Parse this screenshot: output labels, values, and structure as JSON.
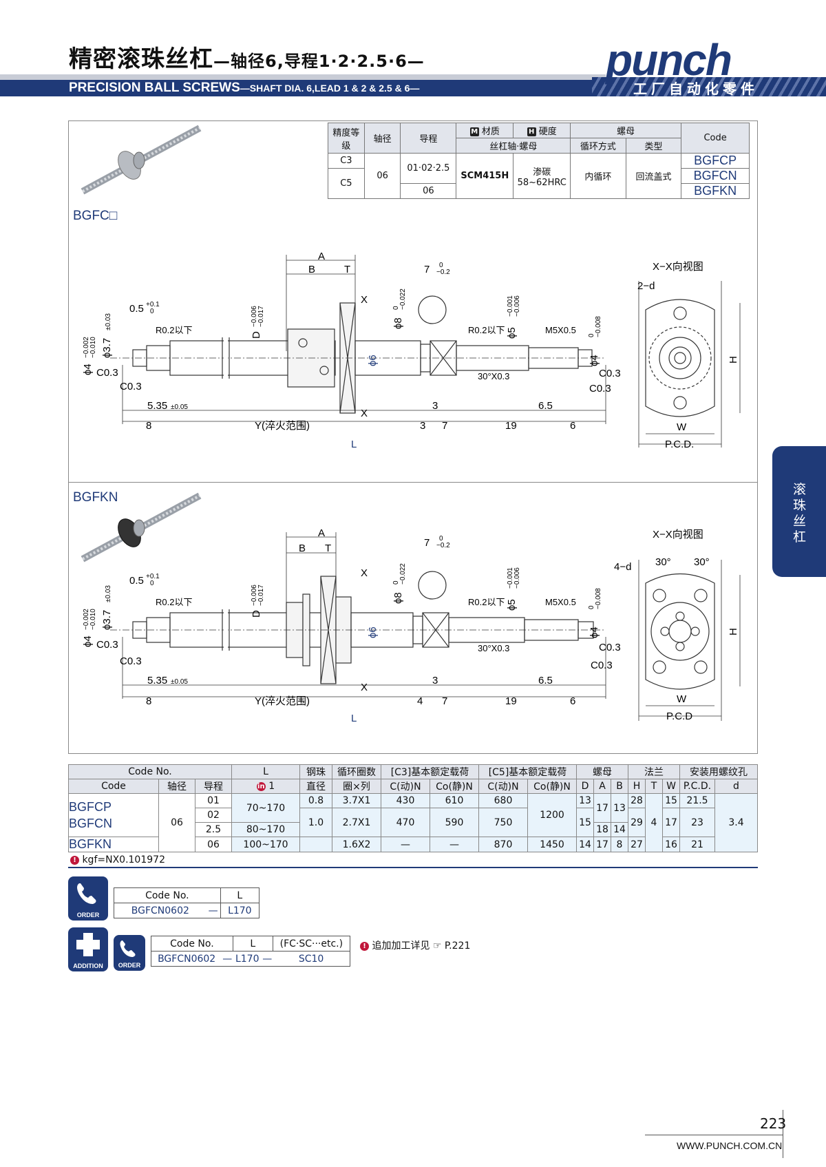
{
  "header": {
    "title_cn_main": "精密滚珠丝杠",
    "title_cn_sub": "—轴径6,导程1·2·2.5·6—",
    "title_en_main": "PRECISION BALL SCREWS",
    "title_en_sub": "—SHAFT DIA. 6,LEAD 1 & 2 & 2.5 & 6—",
    "brand": "punch",
    "brand_sub": "工厂自动化零件"
  },
  "side_tab": {
    "label": "滚珠丝杠"
  },
  "spec_table": {
    "h_grade": "精度等级",
    "h_shaft": "轴径",
    "h_lead": "导程",
    "h_material_icon": "M",
    "h_material": "材质",
    "h_hardness_icon": "H",
    "h_hardness": "硬度",
    "h_screw_nut": "丝杠轴·螺母",
    "h_nut": "螺母",
    "h_circulation": "循环方式",
    "h_type": "类型",
    "h_code": "Code",
    "grade_1": "C3",
    "grade_2": "C5",
    "shaft": "06",
    "lead_1": "01·02·2.5",
    "lead_2": "06",
    "material": "SCM415H",
    "hardness_1": "渗碳",
    "hardness_2": "58~62HRC",
    "circulation": "内循环",
    "type": "回流盖式",
    "codes": [
      "BGFCP",
      "BGFCN",
      "BGFKN"
    ]
  },
  "section1": {
    "label": "BGFC□"
  },
  "section2": {
    "label": "BGFKN"
  },
  "drawing": {
    "A": "A",
    "B": "B",
    "T": "T",
    "X": "X",
    "X2": "X",
    "d_05": "0.5",
    "d_05_tol_up": "+0.1",
    "d_05_tol_dn": "0",
    "r02": "R0.2以下",
    "phi4": "ϕ4",
    "phi4_tol_up": "−0.002",
    "phi4_tol_dn": "−0.010",
    "phi37": "ϕ3.7",
    "phi37_tol": "±0.03",
    "c03": "C0.3",
    "c03b": "C0.3",
    "D": "D",
    "D_tol_up": "−0.006",
    "D_tol_dn": "−0.017",
    "phi6": "ϕ6",
    "phi8": "ϕ8",
    "phi8_tol_up": "0",
    "phi8_tol_dn": "−0.022",
    "seven": "7",
    "seven_tol_up": "0",
    "seven_tol_dn": "−0.2",
    "phi5": "ϕ5",
    "phi5_tol_up": "−0.001",
    "phi5_tol_dn": "−0.006",
    "m5": "M5X0.5",
    "phi4r": "ϕ4",
    "phi4r_tol_up": "0",
    "phi4r_tol_dn": "−0.008",
    "c03c": "C0.3",
    "c03d": "C0.3",
    "chamfer30": "30°X0.3",
    "d535": "5.35",
    "d535_tol": "±0.05",
    "d8": "8",
    "Y": "Y(淬火范围)",
    "d3a": "3",
    "d3b": "3",
    "d4": "4",
    "d7": "7",
    "d19": "19",
    "d6": "6",
    "d65": "6.5",
    "L": "L",
    "view": "X−X向视图",
    "hole2": "2−d",
    "hole4": "4−d",
    "H": "H",
    "W": "W",
    "pcd1": "P.C.D.",
    "pcd2": "P.C.D",
    "ang1": "30°",
    "ang2": "30°"
  },
  "data_table": {
    "h_codeno": "Code No.",
    "h_L": "L",
    "h_ball": "钢珠",
    "h_ball2": "直径",
    "h_loop": "循环圈数",
    "h_loop2": "圈×列",
    "h_c3": "[C3]基本额定载荷",
    "h_c5": "[C5]基本额定载荷",
    "h_nut": "螺母",
    "h_flange": "法兰",
    "h_hole": "安装用螺纹孔",
    "h_code": "Code",
    "h_shaft": "轴径",
    "h_lead": "导程",
    "h_L_icon": "in",
    "h_L_unit": "1",
    "h_cdyn": "C(动)N",
    "h_cstat": "Co(静)N",
    "h_cdyn5": "C(动)N",
    "h_cstat5": "Co(静)N",
    "h_D": "D",
    "h_A": "A",
    "h_B": "B",
    "h_H": "H",
    "h_T": "T",
    "h_W": "W",
    "h_pcd": "P.C.D.",
    "h_d": "d",
    "code_1": "BGFCP",
    "code_2": "BGFCN",
    "code_3": "BGFKN",
    "shaft": "06",
    "lead_1": "01",
    "lead_2": "02",
    "lead_3": "2.5",
    "lead_4": "06",
    "L_1": "70~170",
    "L_2": "80~170",
    "L_3": "100~170",
    "ball_1": "0.8",
    "ball_2": "1.0",
    "loop_1": "3.7X1",
    "loop_2": "2.7X1",
    "loop_3": "1.6X2",
    "c3dyn_1": "430",
    "c3dyn_2": "470",
    "c3dyn_3": "—",
    "c3stat_1": "610",
    "c3stat_2": "590",
    "c3stat_3": "—",
    "c5dyn_1": "680",
    "c5dyn_2": "750",
    "c5dyn_3": "870",
    "c5stat_1": "1200",
    "c5stat_2": "1450",
    "D_1": "13",
    "D_2": "15",
    "D_3": "14",
    "A_1": "17",
    "A_2": "18",
    "A_3": "17",
    "B_1": "13",
    "B_2": "14",
    "B_3": "8",
    "H_1": "28",
    "H_2": "29",
    "H_3": "27",
    "T_1": "4",
    "W_1": "15",
    "W_2": "17",
    "W_3": "16",
    "pcd_1": "21.5",
    "pcd_2": "23",
    "pcd_3": "21",
    "d_1": "3.4"
  },
  "note": {
    "icon": "!",
    "text": "kgf=NX0.101972"
  },
  "order": {
    "icon_label": "ORDER",
    "h_codeno": "Code No.",
    "h_L": "L",
    "v_code": "BGFCN0602",
    "v_sep": "—",
    "v_L": "L170"
  },
  "addition": {
    "icon_label": "ADDITION",
    "icon2_label": "ORDER",
    "h_codeno": "Code No.",
    "h_L": "L",
    "h_opt": "(FC·SC···etc.)",
    "v_code": "BGFCN0602",
    "v_sep1": "—",
    "v_L": "L170",
    "v_sep2": "—",
    "v_opt": "SC10",
    "note_icon": "!",
    "note_text": "追加加工详见",
    "note_page": "P.221"
  },
  "footer": {
    "page": "223",
    "site": "WWW.PUNCH.COM.CN"
  }
}
